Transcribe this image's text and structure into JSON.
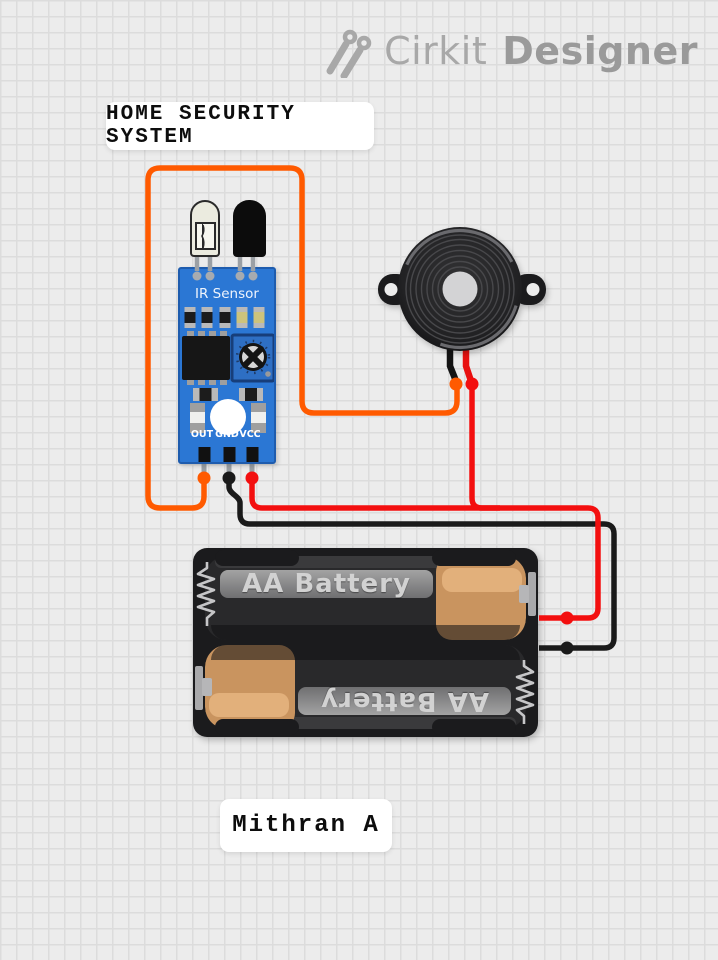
{
  "brand": {
    "name_regular": "Cirkit",
    "name_bold": "Designer",
    "icon": "cirkit-pins-icon",
    "logo_gray": "#a8a8a8"
  },
  "annotations": {
    "title": "HOME SECURITY SYSTEM",
    "author": "Mithran A"
  },
  "components": {
    "ir_sensor": {
      "label": "IR Sensor",
      "pins": [
        "OUT",
        "GND",
        "VCC"
      ],
      "board_color": "#2b77d4"
    },
    "buzzer": {
      "name": "piezo-buzzer",
      "body_color": "#1d1d1f"
    },
    "batteries": {
      "cell_label": "AA Battery",
      "count": 2,
      "holder_color": "#1b1b1d",
      "cell_tip_color": "#c9945f"
    }
  },
  "wires": {
    "orange_out_to_buzzer": "#ff5a00",
    "black_gnd_to_battery": "#1a1a1a",
    "red_vcc_to_battery": "#f30f0f"
  },
  "colors": {
    "background": "#ececec",
    "grid_line": "#dcdcdc",
    "label_bg": "#ffffff"
  }
}
